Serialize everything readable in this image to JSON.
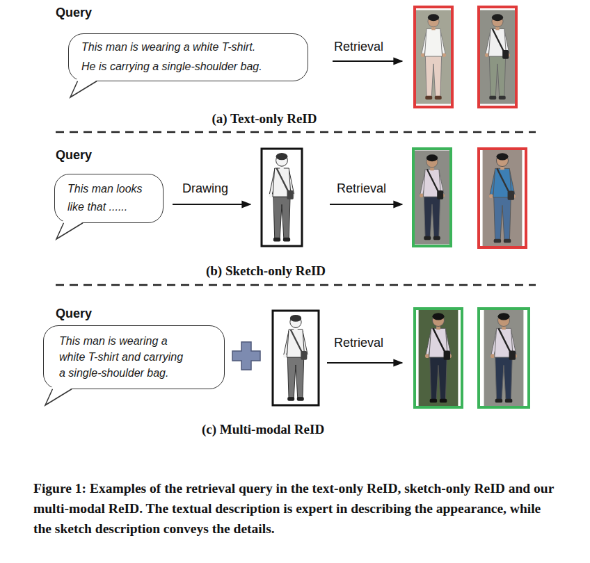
{
  "diagram": {
    "caption": "Figure 1: Examples of the retrieval query in the text-only ReID, sketch-only ReID and our multi-modal ReID. The textual description is expert in describing the appearance, while the sketch description conveys the details.",
    "nodes": [
      {
        "text": [
          "This man is wearing a white T-shirt. He is carrying a single-shoulder bag."
        ]
      },
      {
        "text": [
          "This man looks like that ......"
        ]
      },
      {
        "text": [
          "This man is wearing a white T-shirt and carrying a single-shoulder bag."
        ]
      }
    ],
    "labels": [
      "Query",
      "Retrieval",
      "(a) Text-only ReID",
      "Query",
      "Drawing",
      "Retrieval",
      "(b) Sketch-only ReID",
      "Query",
      "Retrieval",
      "(c) Multi-modal ReID"
    ]
  }
}
